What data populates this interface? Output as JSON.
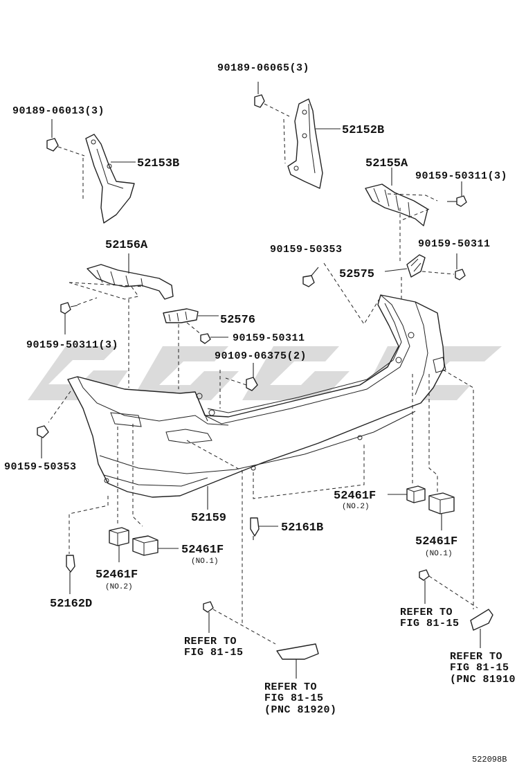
{
  "parts": {
    "p_90189_06065": "90189-06065(3)",
    "p_90189_06013": "90189-06013(3)",
    "p_52152B": "52152B",
    "p_52153B": "52153B",
    "p_52155A": "52155A",
    "p_90159_50311_3_right": "90159-50311(3)",
    "p_52156A": "52156A",
    "p_90159_50353_top": "90159-50353",
    "p_90159_50311_right": "90159-50311",
    "p_52575": "52575",
    "p_52576": "52576",
    "p_90159_50311_mid": "90159-50311",
    "p_90159_50311_3_left": "90159-50311(3)",
    "p_90109_06375": "90109-06375(2)",
    "p_90159_50353_left": "90159-50353",
    "p_52159": "52159",
    "p_52461F_right_no2": "52461F",
    "p_52461F_right_no2_sub": "(NO.2)",
    "p_52161B": "52161B",
    "p_52461F_center_no1": "52461F",
    "p_52461F_center_no1_sub": "(NO.1)",
    "p_52461F_left_no2": "52461F",
    "p_52461F_left_no2_sub": "(NO.2)",
    "p_52461F_right_no1": "52461F",
    "p_52461F_right_no1_sub": "(NO.1)",
    "p_52162D": "52162D"
  },
  "refs": {
    "ref_right_1": "REFER TO",
    "ref_right_2": "FIG 81-15",
    "ref_left_1": "REFER TO",
    "ref_left_2": "FIG 81-15",
    "ref_bottom_1": "REFER TO",
    "ref_bottom_2": "FIG 81-15",
    "ref_bottom_3": "(PNC 81920)",
    "ref_far_1": "REFER TO",
    "ref_far_2": "FIG 81-15",
    "ref_far_3": "(PNC 81910"
  },
  "diagram_id": "522098B"
}
